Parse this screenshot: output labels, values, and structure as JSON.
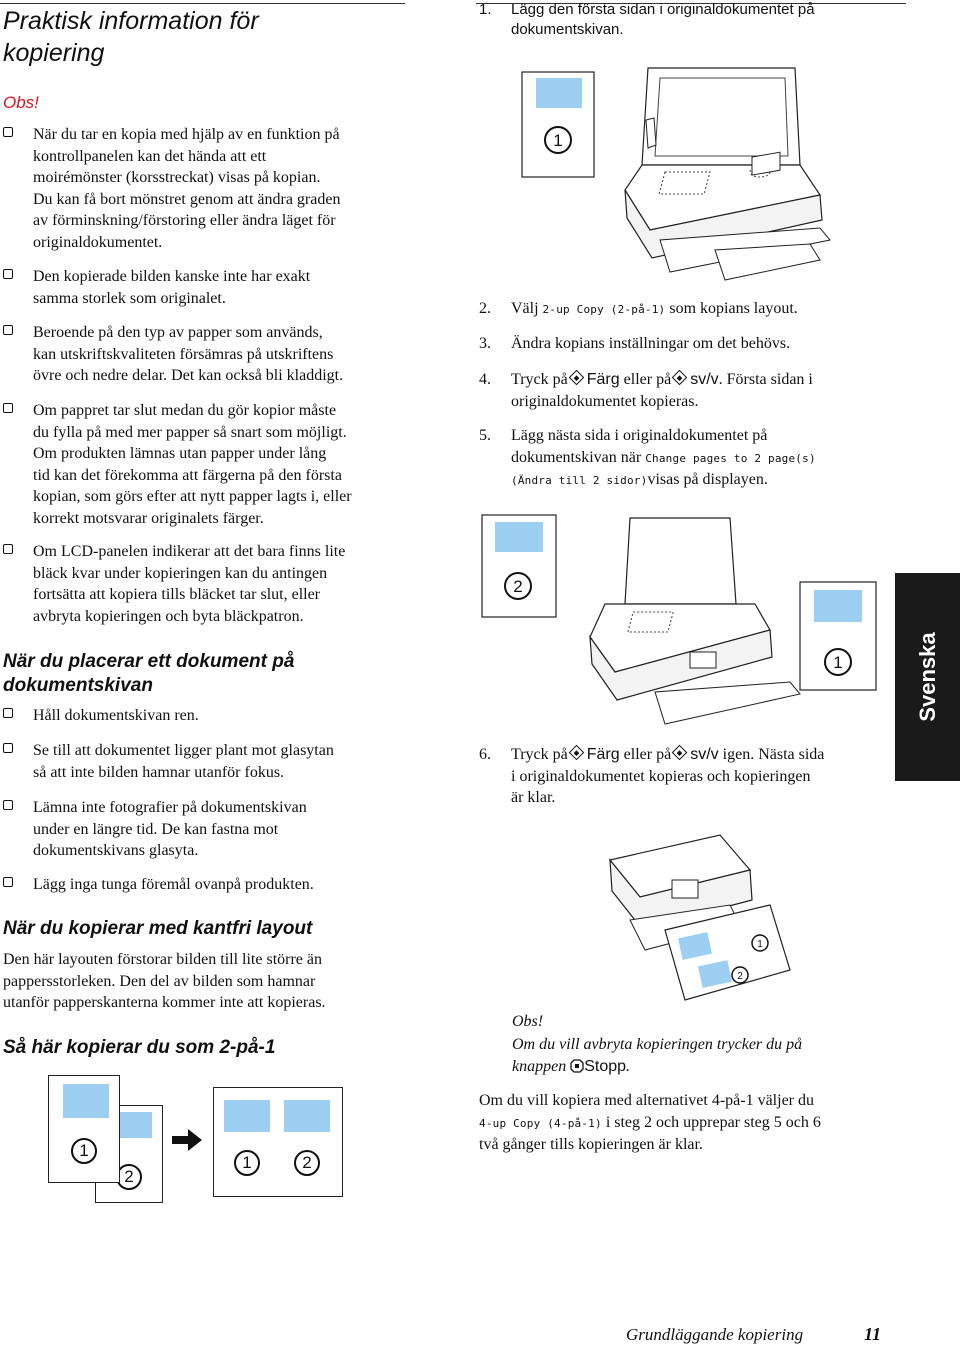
{
  "left": {
    "title_line1": "Praktisk information för",
    "title_line2": "kopiering",
    "obs_label": "Obs!",
    "notes": [
      {
        "lines": [
          "När du tar en kopia med hjälp av en funktion på",
          "kontrollpanelen kan det hända att ett",
          "moirémönster (korsstreckat) visas på kopian.",
          "Du kan få bort mönstret genom att ändra graden",
          "av förminskning/förstoring eller ändra läget för",
          "originaldokumentet."
        ]
      },
      {
        "lines": [
          "Den kopierade bilden kanske inte har exakt",
          "samma storlek som originalet."
        ]
      },
      {
        "lines": [
          "Beroende på den typ av papper som används,",
          "kan utskriftskvaliteten försämras på utskriftens",
          "övre och nedre delar. Det kan också bli kladdigt."
        ]
      },
      {
        "lines": [
          "Om pappret tar slut medan du gör kopior måste",
          "du fylla på med mer papper så snart som möjligt.",
          "Om produkten lämnas utan papper under lång",
          "tid kan det förekomma att färgerna på den första",
          "kopian, som görs efter att nytt papper lagts i, eller",
          "korrekt motsvarar originalets färger."
        ]
      },
      {
        "lines": [
          "Om LCD-panelen indikerar att det bara finns lite",
          "bläck kvar under kopieringen kan du antingen",
          "fortsätta att kopiera tills bläcket tar slut, eller",
          "avbryta kopieringen och byta bläckpatron."
        ]
      }
    ],
    "placing_heading_line1": "När du placerar ett dokument på",
    "placing_heading_line2": "dokumentskivan",
    "placing_items": [
      {
        "lines": [
          "Håll dokumentskivan ren."
        ]
      },
      {
        "lines": [
          "Se till att dokumentet ligger plant mot glasytan",
          "så att inte bilden hamnar utanför fokus."
        ]
      },
      {
        "lines": [
          "Lämna inte fotografier på dokumentskivan",
          "under en längre tid. De kan fastna mot",
          "dokumentskivans glasyta."
        ]
      },
      {
        "lines": [
          "Lägg inga tunga föremål ovanpå produkten."
        ]
      }
    ],
    "borderless_heading": "När du kopierar med kantfri layout",
    "borderless_lines": [
      "Den här layouten förstorar bilden till lite större än",
      "pappersstorleken. Den del av bilden som hamnar",
      "utanför papperskanterna kommer inte att kopieras."
    ],
    "howto_heading": "Så här kopierar du som 2-på-1",
    "fig_labels": {
      "one": "1",
      "two": "2"
    }
  },
  "right": {
    "step1_num": "1.",
    "step1_lines": [
      "Lägg den första sidan i originaldokumentet på",
      "dokumentskivan."
    ],
    "step2_num": "2.",
    "step2_pre": "Välj",
    "step2_code": "2-up Copy (2-på-1)",
    "step2_post": "som kopians layout.",
    "step3_num": "3.",
    "step3_text": "Ändra kopians inställningar om det behövs.",
    "step4_num": "4.",
    "step4_pre": "Tryck på",
    "step4_color": "Färg",
    "step4_mid": "eller på",
    "step4_bw": "sv/v",
    "step4_post": ". Första sidan i",
    "step4_line2": "originaldokumentet kopieras.",
    "step5_num": "5.",
    "step5_line1": "Lägg nästa sida i originaldokumentet på",
    "step5_line2_pre": "dokumentskivan när",
    "step5_code1": "Change pages to 2 page(s)",
    "step5_code2": "(Ändra till 2 sidor)",
    "step5_post": "visas på displayen.",
    "step6_num": "6.",
    "step6_pre": "Tryck på",
    "step6_color": "Färg",
    "step6_mid": "eller på",
    "step6_bw": "sv/v",
    "step6_post": "igen. Nästa sida",
    "step6_line2": "i originaldokumentet kopieras och kopieringen",
    "step6_line3": "är klar.",
    "obs2_label": "Obs!",
    "obs2_line1": "Om du vill avbryta kopieringen trycker du på",
    "obs2_line2_pre": "knappen",
    "obs2_stop": "Stopp",
    "obs2_line2_post": ".",
    "final_line1": "Om du vill kopiera med alternativet 4-på-1 väljer du",
    "final_code": "4-up Copy (4-på-1)",
    "final_line2_post": "i steg 2 och upprepar steg 5 och 6",
    "final_line3": "två gånger tills kopieringen är klar."
  },
  "side_tab": "Svenska",
  "footer": {
    "section": "Grundläggande kopiering",
    "page": "11"
  }
}
